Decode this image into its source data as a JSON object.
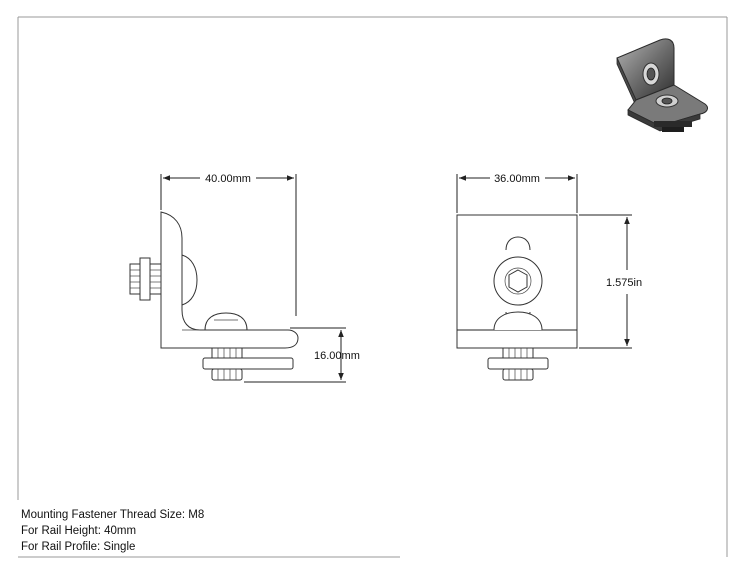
{
  "dimensions": {
    "side_width": "40.00mm",
    "front_width": "36.00mm",
    "front_height": "1.575in",
    "side_offset": "16.00mm"
  },
  "notes": [
    "Mounting Fastener Thread Size: M8",
    "For Rail Height: 40mm",
    "For Rail Profile: Single"
  ],
  "colors": {
    "line": "#222222",
    "frame": "#999999",
    "iso_dark": "#3a3a3a",
    "iso_light": "#9a9a9a"
  }
}
